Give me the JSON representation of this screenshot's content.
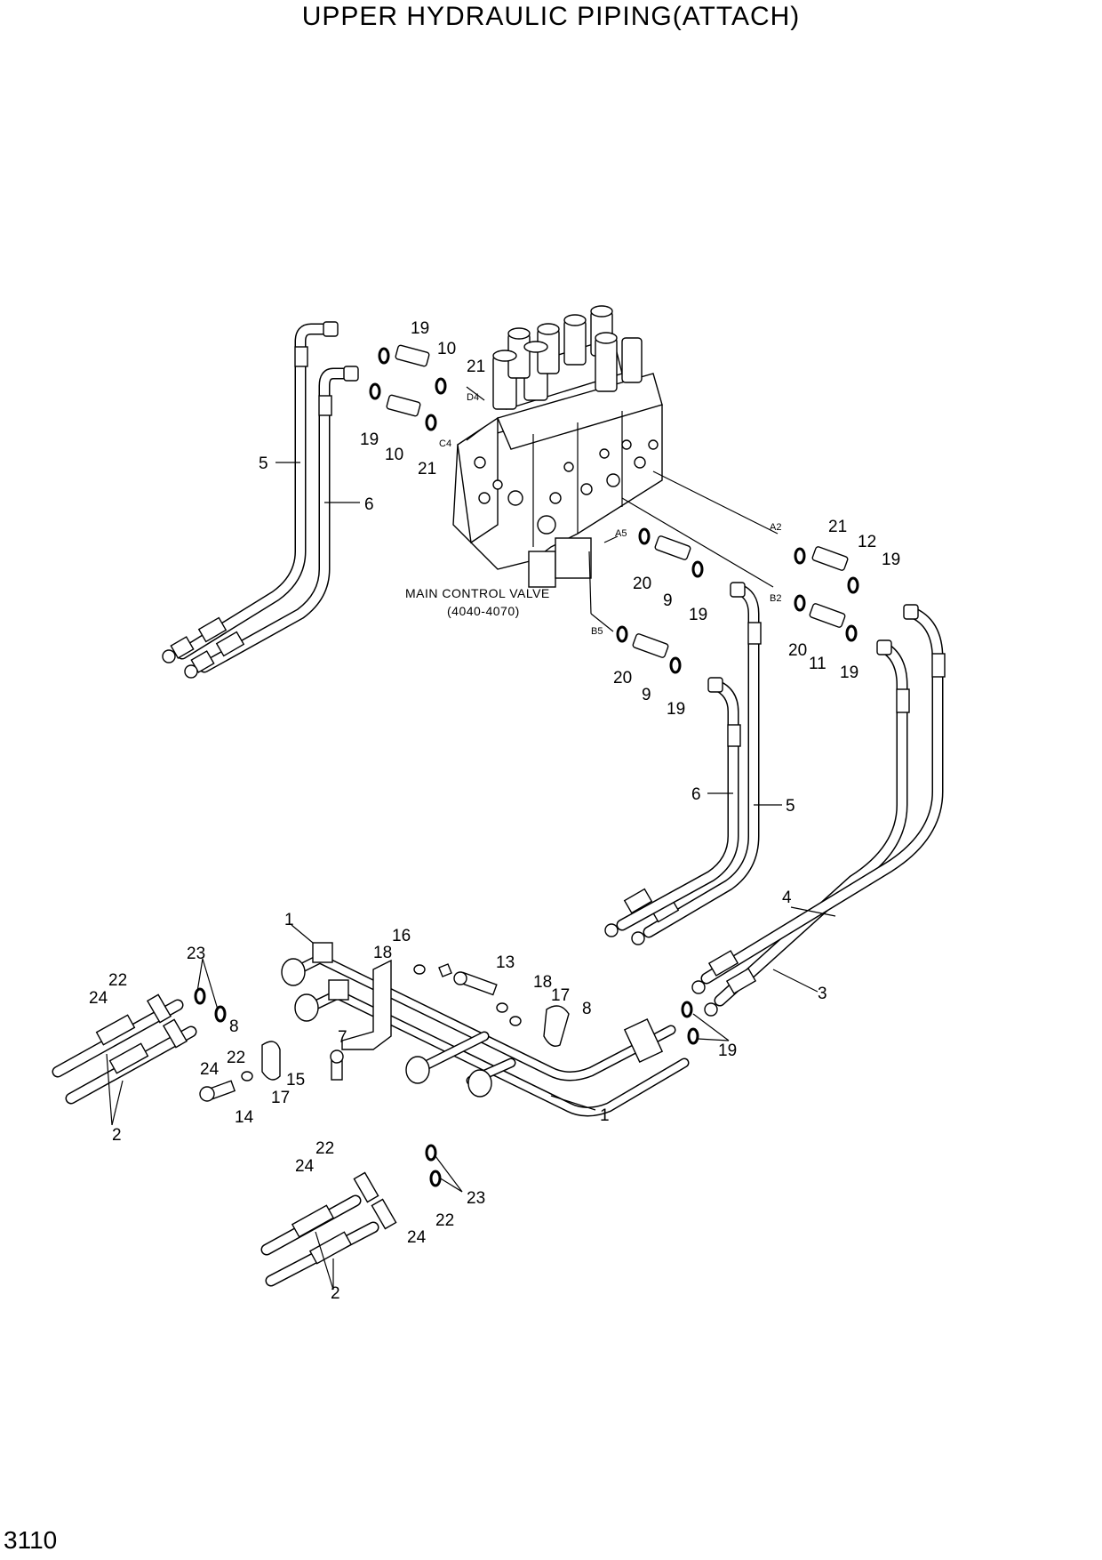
{
  "title": "UPPER HYDRAULIC PIPING(ATTACH)",
  "page_number": "3110",
  "valve": {
    "name": "MAIN CONTROL VALVE",
    "serial_range": "(4040-4070)"
  },
  "ports": {
    "d4": "D4",
    "c4": "C4",
    "a5": "A5",
    "b5": "B5",
    "a2": "A2",
    "b2": "B2"
  },
  "callouts": {
    "c1_top": "1",
    "c1_bottom": "1",
    "c2_left": "2",
    "c2_lower": "2",
    "c3": "3",
    "c4": "4",
    "c5_left": "5",
    "c5_right": "5",
    "c6_left": "6",
    "c6_right": "6",
    "c7": "7",
    "c8_left": "8",
    "c8_right": "8",
    "c9_a5": "9",
    "c9_b5": "9",
    "c10_top": "10",
    "c10_mid": "10",
    "c11": "11",
    "c12": "12",
    "c13": "13",
    "c14": "14",
    "c15": "15",
    "c16": "16",
    "c17_left": "17",
    "c17_right": "17",
    "c18_top": "18",
    "c18_right": "18",
    "c19_top": "19",
    "c19_mid": "19",
    "c19_a5": "19",
    "c19_b5": "19",
    "c19_a2": "19",
    "c19_b2": "19",
    "c19_pipe": "19",
    "c20_a5": "20",
    "c20_b5": "20",
    "c20_b2": "20",
    "c21_top": "21",
    "c21_mid": "21",
    "c21_a2": "21",
    "c22_left_top": "22",
    "c22_left_bottom": "22",
    "c22_lower_top": "22",
    "c22_lower_bottom": "22",
    "c23_left": "23",
    "c23_lower": "23",
    "c24_left_top": "24",
    "c24_left_bottom": "24",
    "c24_lower_top": "24",
    "c24_lower_bottom": "24"
  }
}
